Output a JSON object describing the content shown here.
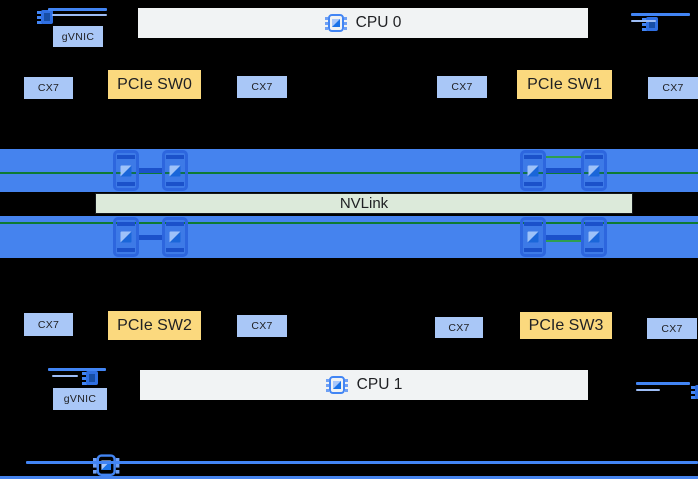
{
  "colors": {
    "background": "#000000",
    "gpu_bar_blue": "#4583EE",
    "nvlink_green": "#DCEADA",
    "nic_box_blue": "#A9C7F7",
    "pcie_box_yellow": "#FBD97E",
    "cpu_box_gray": "#F1F3F4",
    "accent_blue": "#4285F4",
    "link_green_dark": "#0E7A33",
    "chip_dark_blue": "#1B51CA"
  },
  "cpu_top": {
    "label": "CPU 0"
  },
  "cpu_bottom": {
    "label": "CPU 1"
  },
  "nvlink": {
    "label": "NVLink"
  },
  "gvnic_top": {
    "label": "gVNIC"
  },
  "gvnic_bottom": {
    "label": "gVNIC"
  },
  "top_row": [
    {
      "label": "CX7"
    },
    {
      "label": "PCIe SW0"
    },
    {
      "label": "CX7"
    },
    {
      "label": "CX7"
    },
    {
      "label": "PCIe SW1"
    },
    {
      "label": "CX7"
    }
  ],
  "bottom_row": [
    {
      "label": "CX7"
    },
    {
      "label": "PCIe SW2"
    },
    {
      "label": "CX7"
    },
    {
      "label": "CX7"
    },
    {
      "label": "PCIe SW3"
    },
    {
      "label": "CX7"
    }
  ],
  "icons": {
    "cpu_chip": "chip-icon",
    "gpu_chip": "gpu-chip-icon",
    "nic": "network-card-icon",
    "footer_chip": "chip-icon"
  }
}
